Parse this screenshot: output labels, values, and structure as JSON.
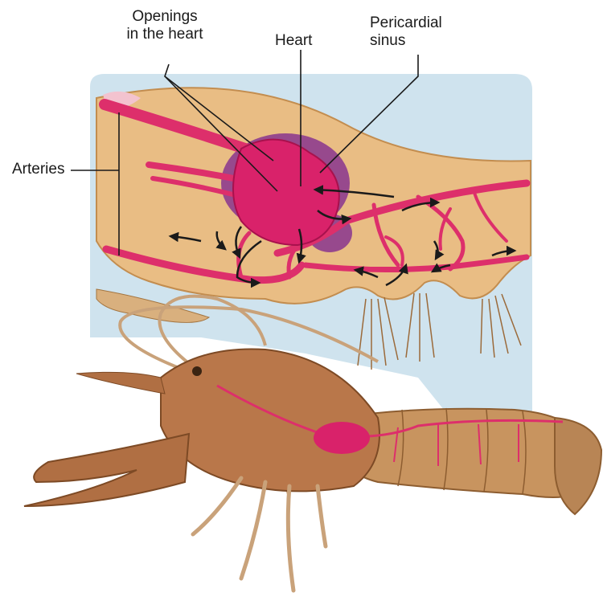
{
  "labels": {
    "openings_line1": "Openings",
    "openings_line2": "in the heart",
    "heart": "Heart",
    "pericardial_line1": "Pericardial",
    "pericardial_line2": "sinus",
    "arteries": "Arteries"
  },
  "colors": {
    "background_panel": "#cfe3ee",
    "tissue": "#e9bd84",
    "vessel": "#dd2f6b",
    "heart": "#d9226a",
    "pericardial_sinus": "#8e3c8e",
    "crayfish_body": "#b9774a",
    "flow_arrow": "#1a1a1a",
    "leader_line": "#1a1a1a"
  }
}
